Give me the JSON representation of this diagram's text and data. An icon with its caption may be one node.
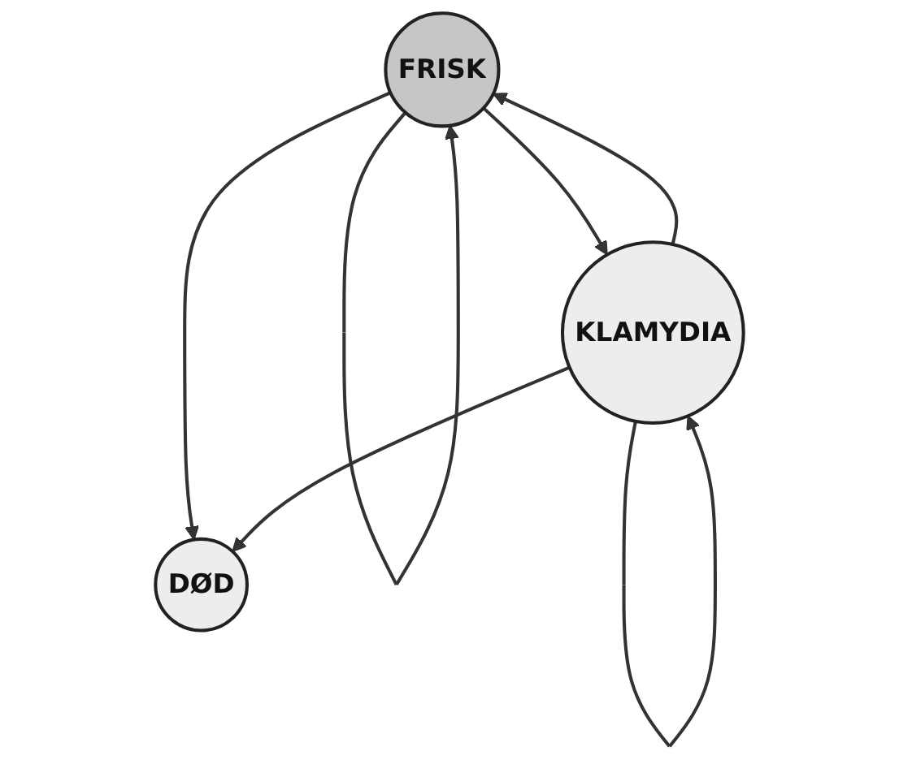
{
  "diagram": {
    "nodes": [
      {
        "text": [
          "FRISK"
        ]
      },
      {
        "text": [
          "DØD"
        ]
      },
      {
        "text": [
          "KLAMYDIA"
        ]
      }
    ],
    "edges": [
      {
        "from": 0,
        "to": 0,
        "arrow": "to"
      },
      {
        "from": 0,
        "to": 1,
        "arrow": "to"
      },
      {
        "from": 0,
        "to": 2,
        "arrow": "to"
      },
      {
        "from": 2,
        "to": 0,
        "arrow": "to"
      },
      {
        "from": 2,
        "to": 2,
        "arrow": "to"
      },
      {
        "from": 2,
        "to": 1,
        "arrow": "to"
      }
    ]
  }
}
